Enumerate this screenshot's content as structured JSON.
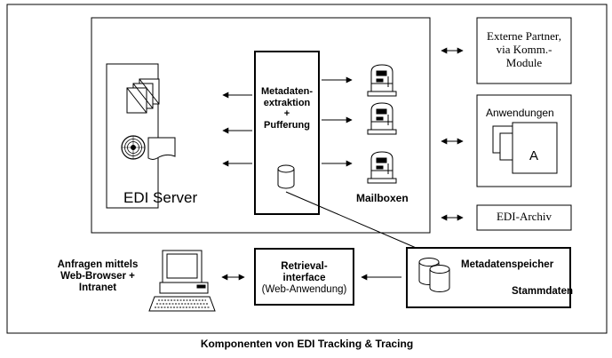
{
  "diagram": {
    "edi_server_label": "EDI Server",
    "metadata_block": [
      "Metadaten-",
      "extraktion",
      "+",
      "Pufferung"
    ],
    "mailboxes_label": "Mailboxen",
    "external_partners": [
      "Externe Partner,",
      "via Komm.-",
      "Module"
    ],
    "applications_label": "Anwendungen",
    "application_inner_label": "A",
    "archive_label": "EDI-Archiv",
    "queries_label": [
      "Anfragen mittels",
      "Web-Browser +",
      "Intranet"
    ],
    "retrieval": [
      "Retrieval-",
      "interface",
      "(Web-Anwendung)"
    ],
    "metadata_store": "Metadatenspeicher",
    "master_data": "Stammdaten"
  },
  "caption": "Komponenten von EDI Tracking & Tracing"
}
